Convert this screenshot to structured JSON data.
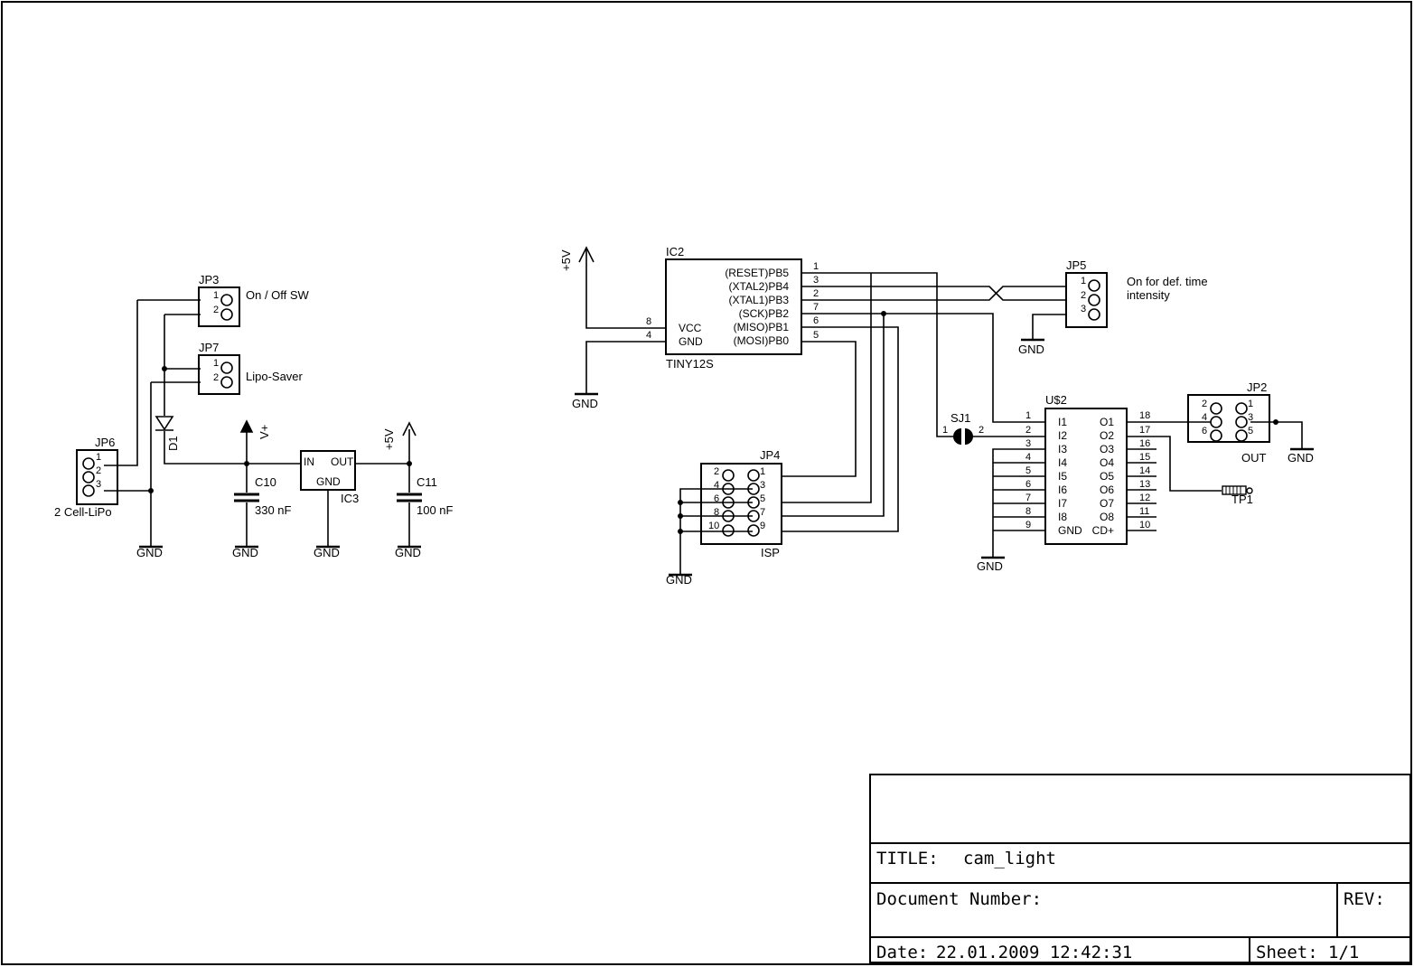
{
  "title_block": {
    "title_label": "TITLE:",
    "title_value": "cam_light",
    "doc_label": "Document Number:",
    "rev_label": "REV:",
    "date_label": "Date:",
    "date_value": "22.01.2009 12:42:31",
    "sheet_label": "Sheet:",
    "sheet_value": "1/1"
  },
  "power_section": {
    "jp3": {
      "name": "JP3",
      "pins": [
        "1",
        "2"
      ],
      "label": "On / Off SW"
    },
    "jp7": {
      "name": "JP7",
      "pins": [
        "1",
        "2"
      ],
      "label": "Lipo-Saver"
    },
    "jp6": {
      "name": "JP6",
      "pins": [
        "1",
        "2",
        "3"
      ],
      "label": "2 Cell-LiPo"
    },
    "d1": "D1",
    "vplus": "V+",
    "c10": {
      "name": "C10",
      "value": "330 nF"
    },
    "ic3": {
      "name": "IC3",
      "in": "IN",
      "out": "OUT",
      "gnd": "GND"
    },
    "plus5v": "+5V",
    "c11": {
      "name": "C11",
      "value": "100 nF"
    },
    "gnd": "GND"
  },
  "mcu": {
    "name": "IC2",
    "part": "TINY12S",
    "left_pins": [
      {
        "num": "8",
        "name": "VCC"
      },
      {
        "num": "4",
        "name": "GND"
      }
    ],
    "right_pins": [
      {
        "name": "(RESET)PB5",
        "num": "1"
      },
      {
        "name": "(XTAL2)PB4",
        "num": "3"
      },
      {
        "name": "(XTAL1)PB3",
        "num": "2"
      },
      {
        "name": "(SCK)PB2",
        "num": "7"
      },
      {
        "name": "(MISO)PB1",
        "num": "6"
      },
      {
        "name": "(MOSI)PB0",
        "num": "5"
      }
    ],
    "plus5v": "+5V",
    "gnd": "GND"
  },
  "isp": {
    "name": "JP4",
    "label": "ISP",
    "left_pins": [
      "2",
      "4",
      "6",
      "8",
      "10"
    ],
    "right_pins": [
      "1",
      "3",
      "5",
      "7",
      "9"
    ],
    "gnd": "GND"
  },
  "jp5": {
    "name": "JP5",
    "pins": [
      "1",
      "2",
      "3"
    ],
    "label_line1": "On for def. time",
    "label_line2": "intensity",
    "gnd": "GND"
  },
  "sj1": {
    "name": "SJ1",
    "pin1": "1",
    "pin2": "2"
  },
  "driver": {
    "name": "U$2",
    "left_pins": [
      {
        "num": "1",
        "name": "I1"
      },
      {
        "num": "2",
        "name": "I2"
      },
      {
        "num": "3",
        "name": "I3"
      },
      {
        "num": "4",
        "name": "I4"
      },
      {
        "num": "5",
        "name": "I5"
      },
      {
        "num": "6",
        "name": "I6"
      },
      {
        "num": "7",
        "name": "I7"
      },
      {
        "num": "8",
        "name": "I8"
      },
      {
        "num": "9",
        "name": "GND"
      }
    ],
    "right_pins": [
      {
        "num": "18",
        "name": "O1"
      },
      {
        "num": "17",
        "name": "O2"
      },
      {
        "num": "16",
        "name": "O3"
      },
      {
        "num": "15",
        "name": "O4"
      },
      {
        "num": "14",
        "name": "O5"
      },
      {
        "num": "13",
        "name": "O6"
      },
      {
        "num": "12",
        "name": "O7"
      },
      {
        "num": "11",
        "name": "O8"
      },
      {
        "num": "10",
        "name": "CD+"
      }
    ],
    "gnd": "GND"
  },
  "jp2": {
    "name": "JP2",
    "label": "OUT",
    "left_pins": [
      "2",
      "4",
      "6"
    ],
    "right_pins": [
      "1",
      "3",
      "5"
    ],
    "gnd": "GND"
  },
  "tp1": "TP1"
}
